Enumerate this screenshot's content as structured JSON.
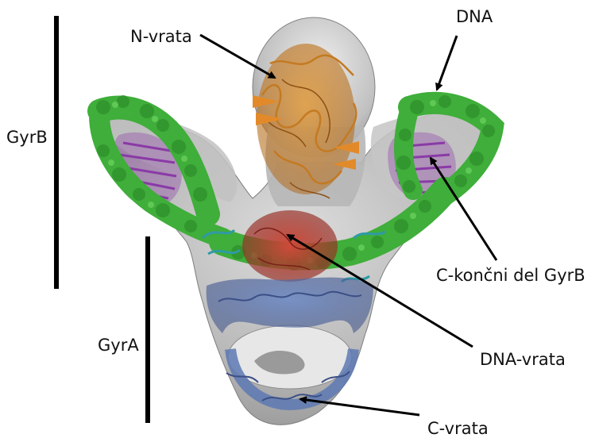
{
  "labels": {
    "n_gate": "N-vrata",
    "dna": "DNA",
    "gyrb": "GyrB",
    "c_term_gyrb": "C-končni del GyrB",
    "gyra": "GyrA",
    "dna_gate": "DNA-vrata",
    "c_gate": "C-vrata"
  },
  "colors": {
    "envelope": "#a9a9a9",
    "dna_green": "#3fae3a",
    "gyrb_orange": "#d58a2a",
    "purple": "#8a3aa6",
    "red": "#b53a2e",
    "blue": "#5d79b3",
    "teal": "#2f9aa6"
  }
}
